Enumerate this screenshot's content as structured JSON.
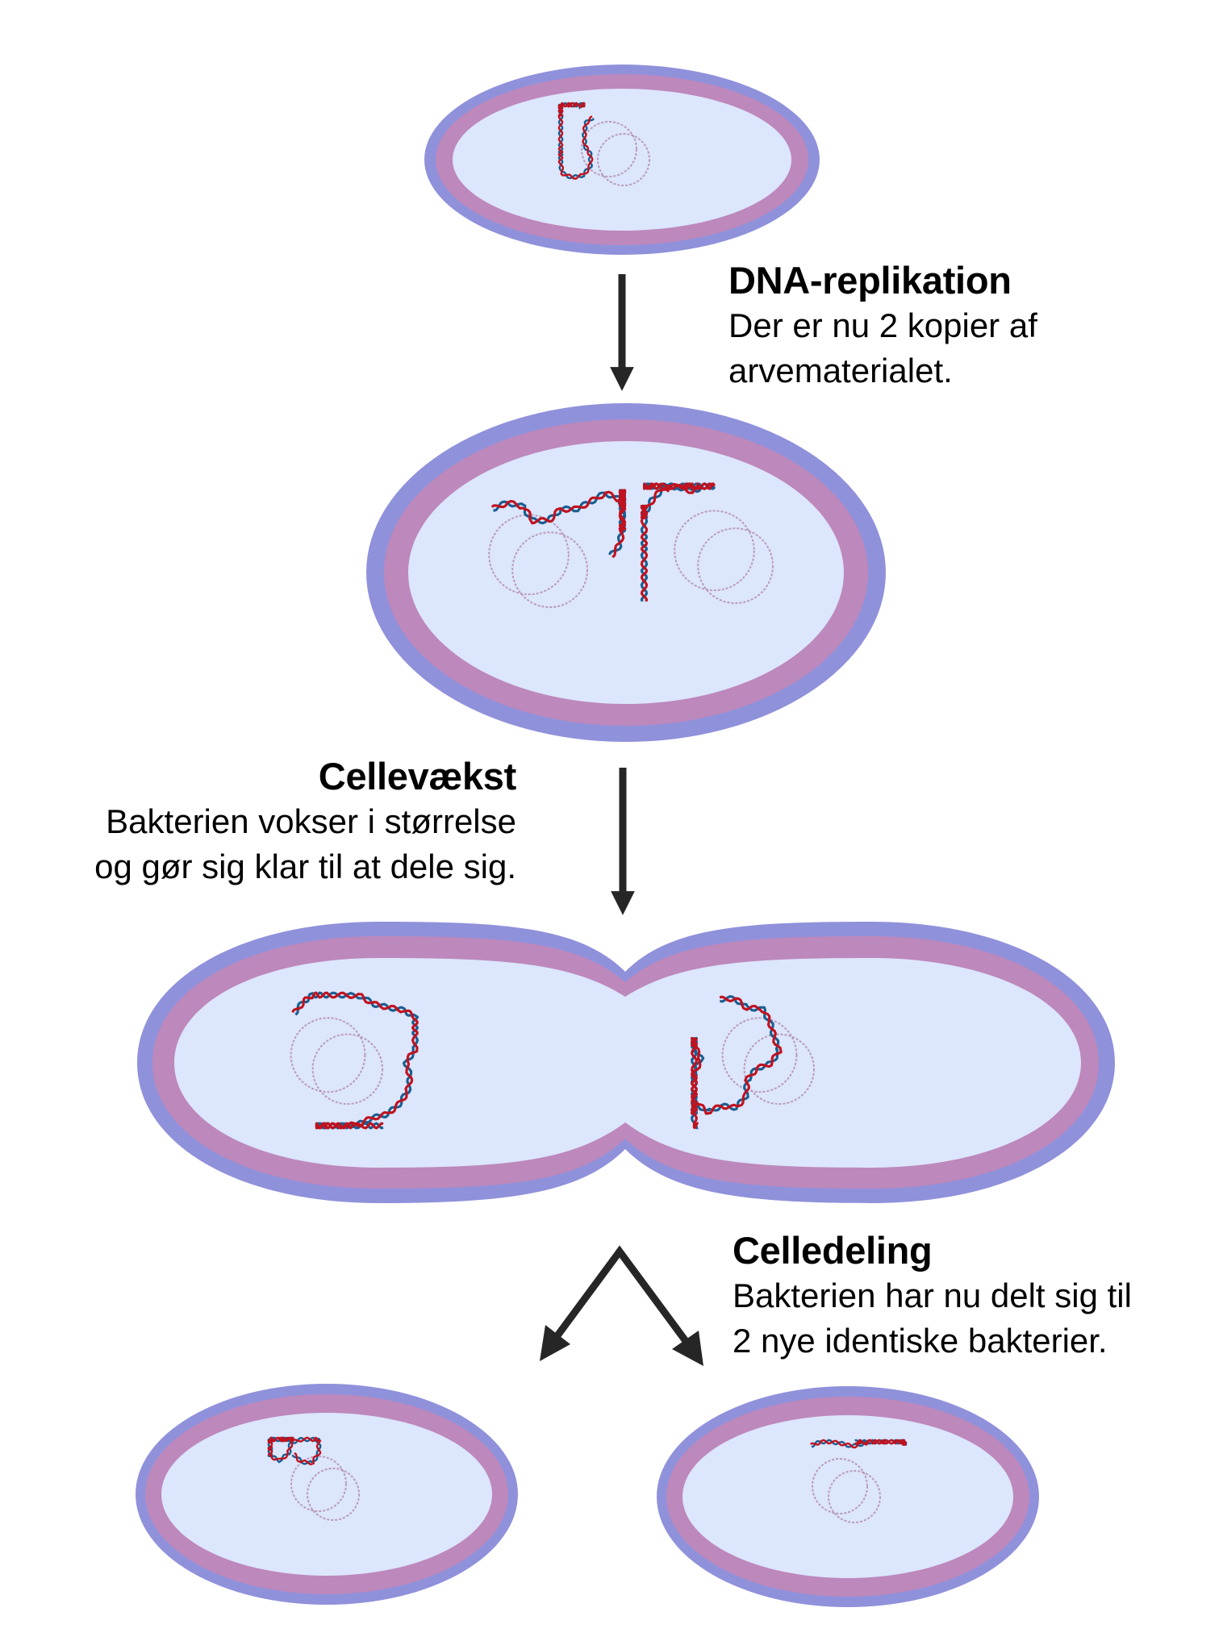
{
  "colors": {
    "cell_wall": "#9091db",
    "cell_membrane": "#bd88bc",
    "cytoplasm": "#dce6fd",
    "dna_strand_a": "#c0121f",
    "dna_strand_b": "#1a5e8f",
    "arrow": "#262626"
  },
  "stages": [
    {
      "id": "dna-replication",
      "title": "DNA-replikation",
      "lines": [
        "Der er nu 2 kopier af",
        "arvematerialet."
      ]
    },
    {
      "id": "cell-growth",
      "title": "Cellevækst",
      "lines": [
        "Bakterien vokser i størrelse",
        "og gør sig klar til at dele sig."
      ]
    },
    {
      "id": "cell-division",
      "title": "Celledeling",
      "lines": [
        "Bakterien har nu delt sig til",
        "2 nye identiske bakterier."
      ]
    }
  ],
  "cells": {
    "initial": "bacterium-single-chromosome",
    "replicated": "bacterium-two-chromosomes",
    "dividing": "bacterium-constricting",
    "daughters": [
      "daughter-bacterium-left",
      "daughter-bacterium-right"
    ]
  }
}
